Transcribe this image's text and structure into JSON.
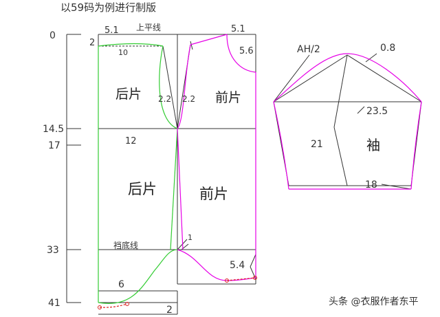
{
  "title": "以59码为例进行制版",
  "watermark": "头条 @衣服作者东平",
  "colors": {
    "black": "#333333",
    "green": "#33cc33",
    "magenta": "#e600e6",
    "red": "#dd2222"
  },
  "y_scale": {
    "marks": [
      {
        "label": "0",
        "value": 0
      },
      {
        "label": "14.5",
        "value": 14.5
      },
      {
        "label": "17",
        "value": 17
      },
      {
        "label": "33",
        "value": 33
      },
      {
        "label": "41",
        "value": 41
      }
    ]
  },
  "body_pattern": {
    "upper_back": "后片",
    "upper_front": "前片",
    "lower_back": "后片",
    "lower_front": "前片",
    "shoulder_line": "上平线",
    "crotch_line": "裆底线",
    "back_neck_width": "5.1",
    "front_neck_width": "5.1",
    "back_neck_depth": "2",
    "front_neck_depth": "5.6",
    "back_shoulder": "10",
    "back_armhole_dart": "2.2",
    "front_armhole_dart": "2.2",
    "waist_value": "12",
    "crotch_ext": "1",
    "front_crotch_curve": "5.4",
    "back_crotch_curve": "6",
    "hem_value": "2"
  },
  "sleeve": {
    "label": "袖",
    "cap_line": "AH/2",
    "cap_offset": "0.8",
    "bicep_width": "23.5",
    "sleeve_length": "21",
    "cuff_width": "18"
  }
}
